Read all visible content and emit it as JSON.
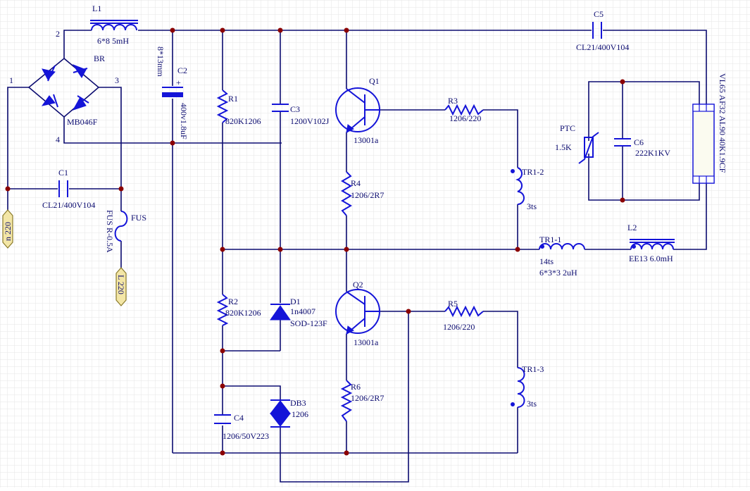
{
  "components": {
    "L1": {
      "ref": "L1",
      "value": "6*8  5mH"
    },
    "BR": {
      "ref": "BR",
      "value": "MB046F",
      "pin1": "1",
      "pin2": "2",
      "pin3": "3",
      "pin4": "4"
    },
    "C1": {
      "ref": "C1",
      "value": "CL21/400V104"
    },
    "FUS": {
      "ref": "FUS",
      "value": "FUS R-0.5A"
    },
    "C2": {
      "ref": "C2",
      "value": "400v1.8uF",
      "size": "8*13mm",
      "polarity": "+"
    },
    "R1": {
      "ref": "R1",
      "value": "820K1206"
    },
    "C3": {
      "ref": "C3",
      "value": "1200V102J"
    },
    "Q1": {
      "ref": "Q1",
      "value": "13001a"
    },
    "R3": {
      "ref": "R3",
      "value": "1206/220"
    },
    "R4": {
      "ref": "R4",
      "value": "1206/2R7"
    },
    "TR1_2": {
      "ref": "TR1-2",
      "value": "3ts"
    },
    "C5": {
      "ref": "C5",
      "value": "CL21/400V104"
    },
    "PTC": {
      "ref": "PTC",
      "value": "1.5K"
    },
    "C6": {
      "ref": "C6",
      "value": "222K1KV"
    },
    "LAMP": {
      "value": "VL65 AF32 AL90 40K1.9CF"
    },
    "TR1_1": {
      "ref": "TR1-1",
      "turns": "14ts",
      "value": "6*3*3  2uH"
    },
    "L2": {
      "ref": "L2",
      "value": "EE13  6.0mH"
    },
    "R2": {
      "ref": "R2",
      "value": "820K1206"
    },
    "D1": {
      "ref": "D1",
      "value": "1n4007",
      "package": "SOD-123F"
    },
    "Q2": {
      "ref": "Q2",
      "value": "13001a"
    },
    "R5": {
      "ref": "R5",
      "value": "1206/220"
    },
    "R6": {
      "ref": "R6",
      "value": "1206/2R7"
    },
    "TR1_3": {
      "ref": "TR1-3",
      "value": "3ts"
    },
    "DB3": {
      "ref": "DB3",
      "value": "1206"
    },
    "C4": {
      "ref": "C4",
      "value": "1206/50V223"
    }
  },
  "ports": {
    "n": "n 220",
    "l": "L 220"
  },
  "colors": {
    "wire": "#0b0b70",
    "component": "#1414d8",
    "junction": "#8b0000",
    "port_fill": "#f3e6a6",
    "grid": "#e6e6e6"
  }
}
